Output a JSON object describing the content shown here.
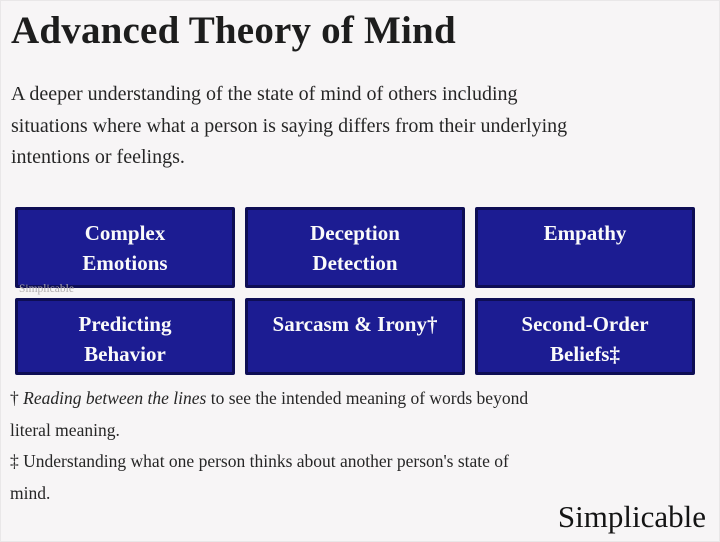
{
  "page": {
    "title": "Advanced Theory of Mind",
    "description_lines": [
      "A deeper understanding of the state of mind of others including",
      "situations where what a person is saying differs from their underlying",
      "intentions or feelings."
    ],
    "watermark": "Simplicable",
    "brand": "Simplicable"
  },
  "grid": {
    "items": [
      {
        "label": "Complex Emotions",
        "lines": [
          "Complex",
          "Emotions"
        ]
      },
      {
        "label": "Deception Detection",
        "lines": [
          "Deception",
          "Detection"
        ]
      },
      {
        "label": "Empathy",
        "lines": [
          "Empathy"
        ]
      },
      {
        "label": "Predicting Behavior",
        "lines": [
          "Predicting",
          "Behavior"
        ]
      },
      {
        "label": "Sarcasm & Irony†",
        "lines": [
          "Sarcasm & Irony†"
        ]
      },
      {
        "label": "Second-Order Beliefs‡",
        "lines": [
          "Second-Order",
          "Beliefs‡"
        ]
      }
    ]
  },
  "footnotes": [
    {
      "symbol": "† ",
      "italic": "Reading between the lines",
      "line1_rest": " to see the intended meaning of words beyond",
      "line2": "literal meaning."
    },
    {
      "symbol": "‡ ",
      "italic": "",
      "line1_rest": "Understanding what one person thinks about another person's state of",
      "line2": "mind."
    }
  ],
  "colors": {
    "background": "#f7f5f6",
    "box_fill": "#1c1c92",
    "box_border": "#0e0e55",
    "box_text": "#fafafa",
    "heading_text": "#1d1d1d",
    "body_text": "#262626",
    "watermark_text": "#b0acae"
  }
}
